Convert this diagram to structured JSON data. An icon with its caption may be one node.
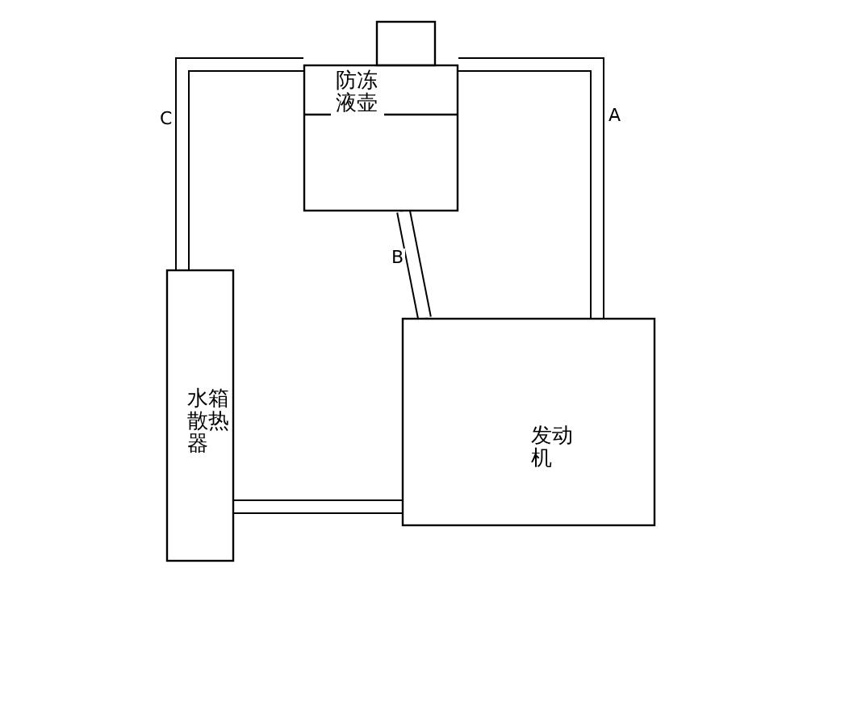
{
  "diagram": {
    "nodes": [
      {
        "text": [
          "防冻液壶"
        ]
      },
      {
        "text": [
          "水箱散热器"
        ]
      },
      {
        "text": [
          "发动机"
        ]
      }
    ],
    "edges": [
      {
        "from": 0,
        "to": 2,
        "arrow": "none",
        "label": "A"
      },
      {
        "from": 0,
        "to": 2,
        "arrow": "none",
        "label": "B"
      },
      {
        "from": 0,
        "to": 1,
        "arrow": "none",
        "label": "C"
      },
      {
        "from": 1,
        "to": 2,
        "arrow": "none"
      }
    ]
  }
}
